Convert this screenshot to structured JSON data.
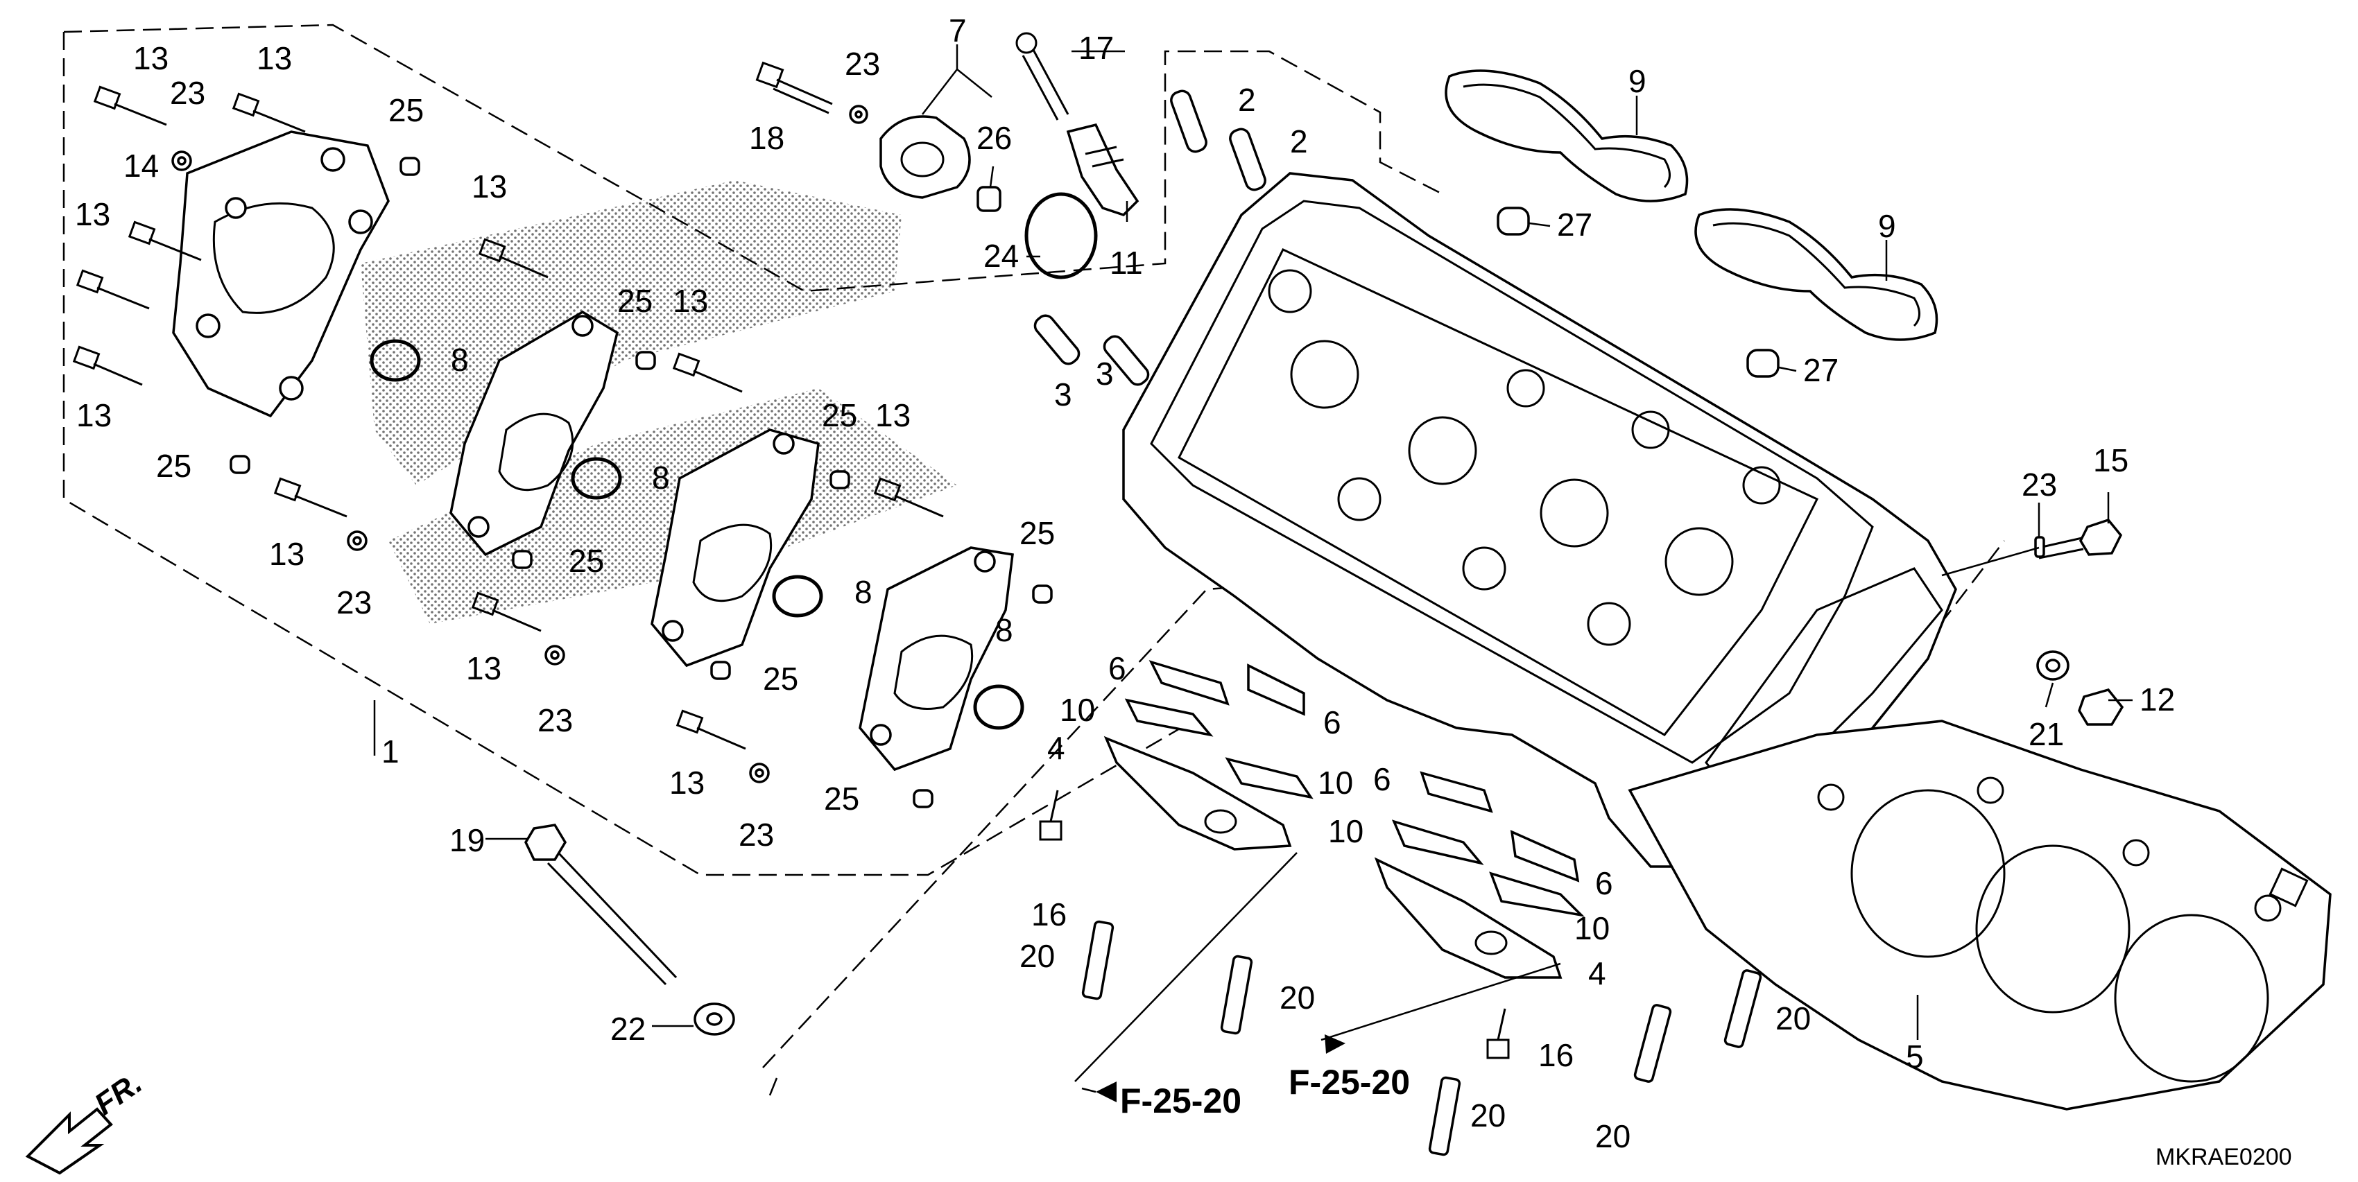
{
  "diagram": {
    "callouts": [
      {
        "id": "c13a",
        "label": "13"
      },
      {
        "id": "c23a",
        "label": "23"
      },
      {
        "id": "c13b",
        "label": "13"
      },
      {
        "id": "c25a",
        "label": "25"
      },
      {
        "id": "c14",
        "label": "14"
      },
      {
        "id": "c13c",
        "label": "13"
      },
      {
        "id": "c13d",
        "label": "13"
      },
      {
        "id": "c25b",
        "label": "25"
      },
      {
        "id": "c8a",
        "label": "8"
      },
      {
        "id": "c13e",
        "label": "13"
      },
      {
        "id": "c25c",
        "label": "25"
      },
      {
        "id": "c13f",
        "label": "13"
      },
      {
        "id": "c8b",
        "label": "8"
      },
      {
        "id": "c13g",
        "label": "13"
      },
      {
        "id": "c23b",
        "label": "23"
      },
      {
        "id": "c25d",
        "label": "25"
      },
      {
        "id": "c25e",
        "label": "25"
      },
      {
        "id": "c13h",
        "label": "13"
      },
      {
        "id": "c8c",
        "label": "8"
      },
      {
        "id": "c13i",
        "label": "13"
      },
      {
        "id": "c23c",
        "label": "23"
      },
      {
        "id": "c25f",
        "label": "25"
      },
      {
        "id": "c8d",
        "label": "8"
      },
      {
        "id": "c1",
        "label": "1"
      },
      {
        "id": "c13j",
        "label": "13"
      },
      {
        "id": "c23d",
        "label": "23"
      },
      {
        "id": "c25g",
        "label": "25"
      },
      {
        "id": "c25h",
        "label": "25"
      },
      {
        "id": "c19",
        "label": "19"
      },
      {
        "id": "c22",
        "label": "22"
      },
      {
        "id": "c18",
        "label": "18"
      },
      {
        "id": "c23e",
        "label": "23"
      },
      {
        "id": "c7",
        "label": "7"
      },
      {
        "id": "c26",
        "label": "26"
      },
      {
        "id": "c24",
        "label": "24"
      },
      {
        "id": "c17",
        "label": "17"
      },
      {
        "id": "c11",
        "label": "11"
      },
      {
        "id": "c2a",
        "label": "2"
      },
      {
        "id": "c2b",
        "label": "2"
      },
      {
        "id": "c3a",
        "label": "3"
      },
      {
        "id": "c3b",
        "label": "3"
      },
      {
        "id": "c9a",
        "label": "9"
      },
      {
        "id": "c9b",
        "label": "9"
      },
      {
        "id": "c27a",
        "label": "27"
      },
      {
        "id": "c27b",
        "label": "27"
      },
      {
        "id": "c23f",
        "label": "23"
      },
      {
        "id": "c15",
        "label": "15"
      },
      {
        "id": "c21",
        "label": "21"
      },
      {
        "id": "c12",
        "label": "12"
      },
      {
        "id": "c6a",
        "label": "6"
      },
      {
        "id": "c10a",
        "label": "10"
      },
      {
        "id": "c6b",
        "label": "6"
      },
      {
        "id": "c4a",
        "label": "4"
      },
      {
        "id": "c10b",
        "label": "10"
      },
      {
        "id": "c6c",
        "label": "6"
      },
      {
        "id": "c10c",
        "label": "10"
      },
      {
        "id": "c16a",
        "label": "16"
      },
      {
        "id": "c20a",
        "label": "20"
      },
      {
        "id": "c6d",
        "label": "6"
      },
      {
        "id": "c10d",
        "label": "10"
      },
      {
        "id": "c20b",
        "label": "20"
      },
      {
        "id": "c4b",
        "label": "4"
      },
      {
        "id": "c16b",
        "label": "16"
      },
      {
        "id": "c20c",
        "label": "20"
      },
      {
        "id": "c20d",
        "label": "20"
      },
      {
        "id": "c20e",
        "label": "20"
      },
      {
        "id": "c5",
        "label": "5"
      }
    ],
    "references": [
      "F-25-20",
      "F-25-20"
    ],
    "direction_label": "FR.",
    "diagram_code": "MKRAE0200"
  }
}
